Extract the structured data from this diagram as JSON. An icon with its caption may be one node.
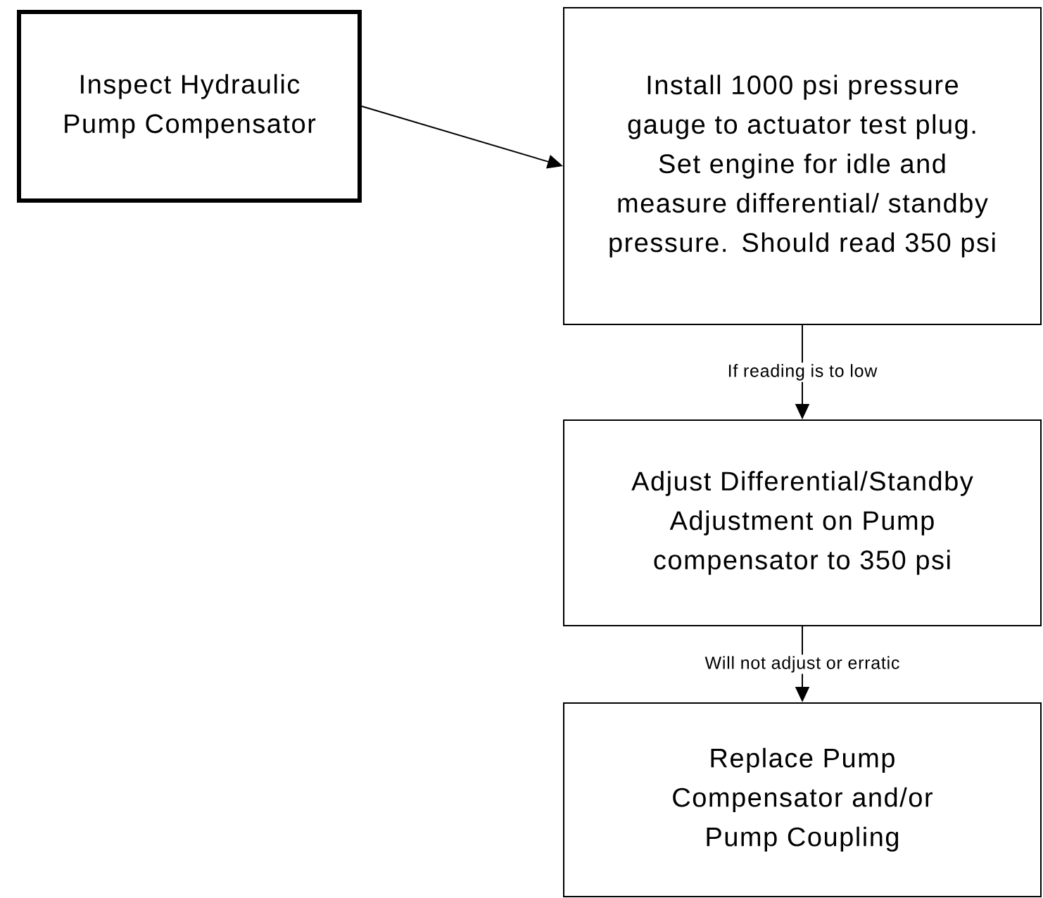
{
  "diagram": {
    "nodes": [
      {
        "text": [
          "Inspect Hydraulic Pump Compensator"
        ]
      },
      {
        "text": [
          "Install 1000 psi pressure gauge to actuator test plug. Set engine for idle and measure differential/ standby pressure. Should read 350 psi"
        ]
      },
      {
        "text": [
          "Adjust Differential/Standby Adjustment on Pump compensator to 350 psi"
        ]
      },
      {
        "text": [
          "Replace Pump Compensator and/or Pump Coupling"
        ]
      }
    ],
    "edges": [
      {
        "from": 0,
        "to": 1,
        "arrow": "to"
      },
      {
        "from": 1,
        "to": 2,
        "arrow": "to",
        "label": "If reading is to low"
      },
      {
        "from": 2,
        "to": 3,
        "arrow": "to",
        "label": "Will not adjust or erratic"
      }
    ]
  }
}
